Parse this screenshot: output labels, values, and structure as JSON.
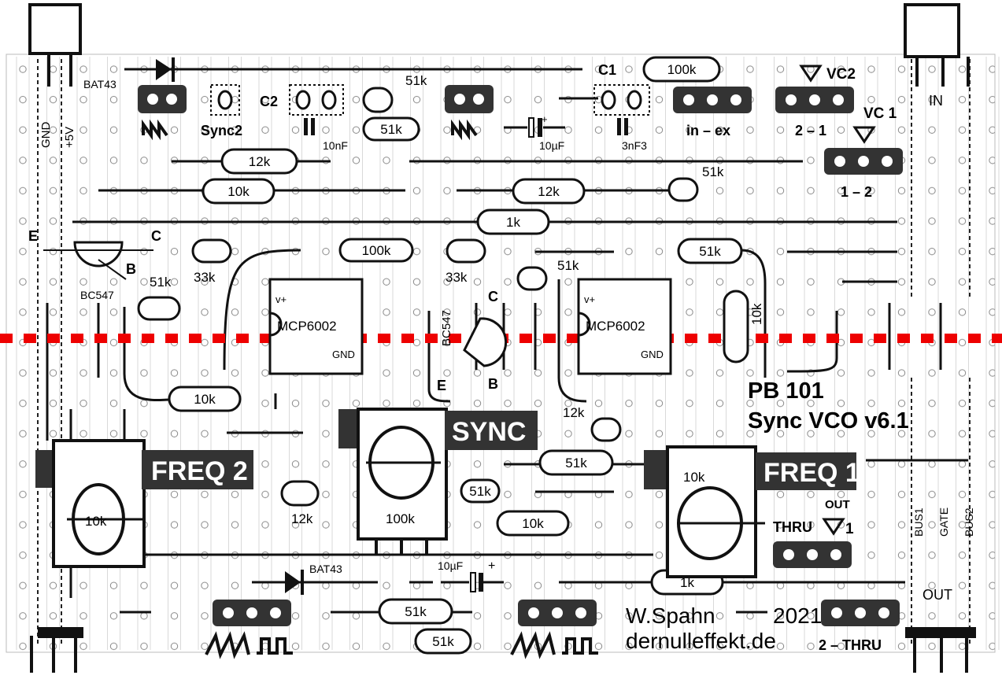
{
  "board": {
    "title": "PB 101",
    "subtitle": "Sync VCO v6.1",
    "author": "W.Spahn",
    "year": "2021",
    "website": "dernulleffekt.de"
  },
  "rails": {
    "gnd": "GND",
    "plus5v": "+5V",
    "in": "IN",
    "out": "OUT",
    "bus1": "BUS1",
    "gate": "GATE",
    "bus2": "BUS2"
  },
  "pots": {
    "freq2": {
      "label": "FREQ 2",
      "value": "10k"
    },
    "sync": {
      "label": "SYNC",
      "value": "100k"
    },
    "freq1": {
      "label": "FREQ 1",
      "value": "10k"
    }
  },
  "ics": [
    {
      "name": "MCP6002",
      "vplus": "v+",
      "gnd": "GND"
    },
    {
      "name": "MCP6002",
      "vplus": "v+",
      "gnd": "GND"
    }
  ],
  "transistors": {
    "t1": {
      "name": "BC547",
      "e": "E",
      "b": "B",
      "c": "C"
    },
    "t2": {
      "name": "BC547",
      "e": "E",
      "b": "B",
      "c": "C"
    }
  },
  "diodes": {
    "d1": "BAT43",
    "d2": "BAT43"
  },
  "resistors": [
    {
      "id": "r100k_top",
      "value": "100k"
    },
    {
      "id": "r51k_a",
      "value": "51k"
    },
    {
      "id": "r51k_b",
      "value": "51k"
    },
    {
      "id": "r12k_a",
      "value": "12k"
    },
    {
      "id": "r10k_a",
      "value": "10k"
    },
    {
      "id": "r12k_b",
      "value": "12k"
    },
    {
      "id": "r51k_c",
      "value": "51k"
    },
    {
      "id": "r1k_a",
      "value": "1k"
    },
    {
      "id": "r51k_d",
      "value": "51k"
    },
    {
      "id": "r33k_a",
      "value": "33k"
    },
    {
      "id": "r100k_b",
      "value": "100k"
    },
    {
      "id": "r33k_b",
      "value": "33k"
    },
    {
      "id": "r51k_e",
      "value": "51k"
    },
    {
      "id": "r51k_f",
      "value": "51k"
    },
    {
      "id": "r10k_v",
      "value": "10k"
    },
    {
      "id": "r10k_b",
      "value": "10k"
    },
    {
      "id": "r12k_c",
      "value": "12k"
    },
    {
      "id": "r51k_g",
      "value": "51k"
    },
    {
      "id": "r12k_d",
      "value": "12k"
    },
    {
      "id": "r51k_h",
      "value": "51k"
    },
    {
      "id": "r10k_c",
      "value": "10k"
    },
    {
      "id": "r1k_b",
      "value": "1k"
    },
    {
      "id": "r51k_i",
      "value": "51k"
    },
    {
      "id": "r51k_j",
      "value": "51k"
    }
  ],
  "capacitors": {
    "c2_label": "C2",
    "c2_value": "10nF",
    "c1_label": "C1",
    "c1_value": "3nF3",
    "e1": "10µF",
    "e2": "10µF",
    "plus": "+"
  },
  "jumpers": {
    "sync2": "Sync2",
    "in_ex": "in – ex",
    "vc2": "VC2",
    "vc2_sel": "2 – 1",
    "vc1": "VC 1",
    "vc1_sel": "1 – 2",
    "out": "OUT",
    "thru": "THRU",
    "one": "1",
    "two_thru": "2 – THRU"
  }
}
